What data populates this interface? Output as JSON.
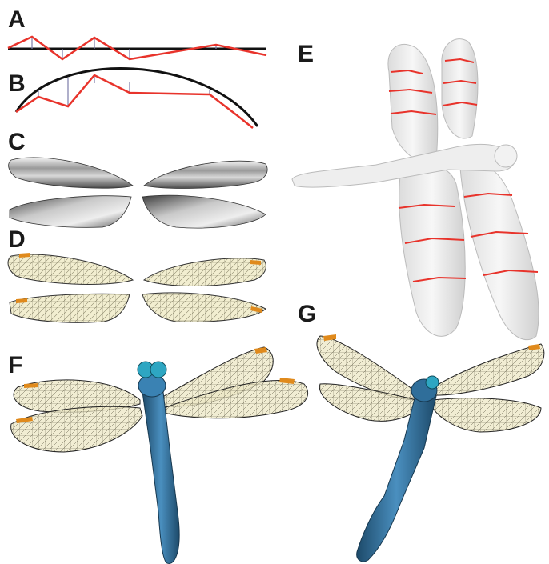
{
  "panels": [
    {
      "label": "A"
    },
    {
      "label": "B"
    },
    {
      "label": "C"
    },
    {
      "label": "D"
    },
    {
      "label": "E"
    },
    {
      "label": "F"
    },
    {
      "label": "G"
    }
  ],
  "colors": {
    "polyline": "#e8332b",
    "curve": "#111111",
    "offset": "#7a7aa8",
    "wing_membrane": "#f2eed0",
    "wing_vein": "#3a3a30",
    "pterostigma": "#e08a1c",
    "body_blue": "#2f6e9a",
    "shaded_gray": "#8e8e8e",
    "model_white": "#f0f0f0"
  }
}
